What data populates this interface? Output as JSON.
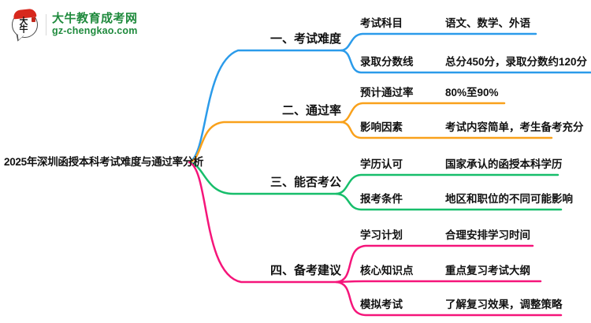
{
  "logo": {
    "brand": "大牛教育成考网",
    "domain": "gz-chengkao.com",
    "circle_text": "大牛"
  },
  "main_topic": "2025年深圳函授本科考试难度与通过率分析",
  "colors": {
    "branch1": "#2b9bea",
    "branch2": "#f9a11b",
    "branch3": "#17be6b",
    "branch4": "#f5157a",
    "logo_green": "#1f8a3d",
    "logo_red": "#d7281d",
    "text": "#111111"
  },
  "branches": [
    {
      "label": "一、考试难度",
      "children": [
        {
          "key": "考试科目",
          "value": "语文、数学、外语"
        },
        {
          "key": "录取分数线",
          "value": "总分450分，录取分数约120分"
        }
      ]
    },
    {
      "label": "二、通过率",
      "children": [
        {
          "key": "预计通过率",
          "value": "80%至90%"
        },
        {
          "key": "影响因素",
          "value": "考试内容简单，考生备考充分"
        }
      ]
    },
    {
      "label": "三、能否考公",
      "children": [
        {
          "key": "学历认可",
          "value": "国家承认的函授本科学历"
        },
        {
          "key": "报考条件",
          "value": "地区和职位的不同可能影响"
        }
      ]
    },
    {
      "label": "四、备考建议",
      "children": [
        {
          "key": "学习计划",
          "value": "合理安排学习时间"
        },
        {
          "key": "核心知识点",
          "value": "重点复习考试大纲"
        },
        {
          "key": "模拟考试",
          "value": "了解复习效果，调整策略"
        }
      ]
    }
  ]
}
